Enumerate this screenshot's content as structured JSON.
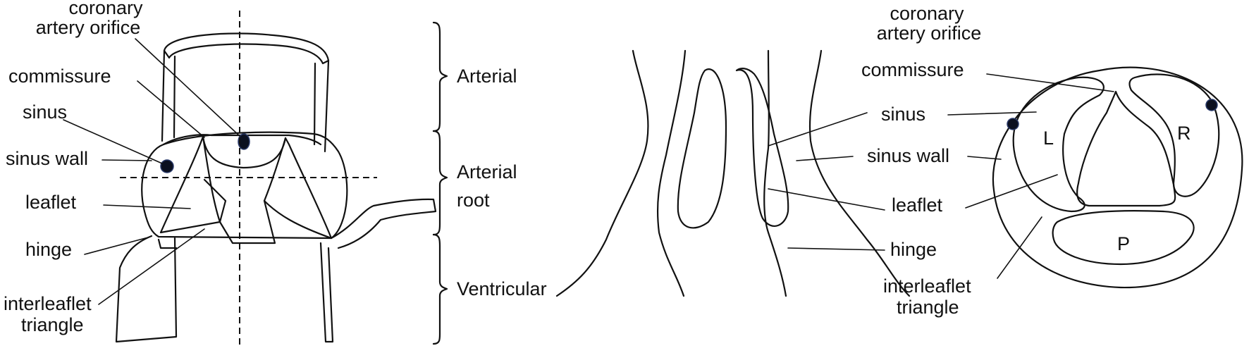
{
  "left_panel": {
    "labels": {
      "coronary_line1": "coronary",
      "coronary_line2": "artery orifice",
      "commissure": "commissure",
      "sinus": "sinus",
      "sinus_wall": "sinus wall",
      "leaflet": "leaflet",
      "hinge": "hinge",
      "interleaflet_line1": "interleaflet",
      "interleaflet_line2": "triangle"
    },
    "regions": {
      "arterial": "Arterial",
      "arterial_root_line1": "Arterial",
      "arterial_root_line2": "root",
      "ventricular": "Ventricular"
    }
  },
  "right_panel": {
    "labels": {
      "coronary_line1": "coronary",
      "coronary_line2": "artery orifice",
      "commissure": "commissure",
      "sinus": "sinus",
      "sinus_wall": "sinus wall",
      "leaflet": "leaflet",
      "hinge": "hinge",
      "interleaflet_line1": "interleaflet",
      "interleaflet_line2": "triangle"
    },
    "sinus_letters": {
      "left": "L",
      "right": "R",
      "posterior": "P"
    }
  },
  "colors": {
    "line": "#111111",
    "orifice": "#0b1020",
    "background": "#ffffff"
  }
}
